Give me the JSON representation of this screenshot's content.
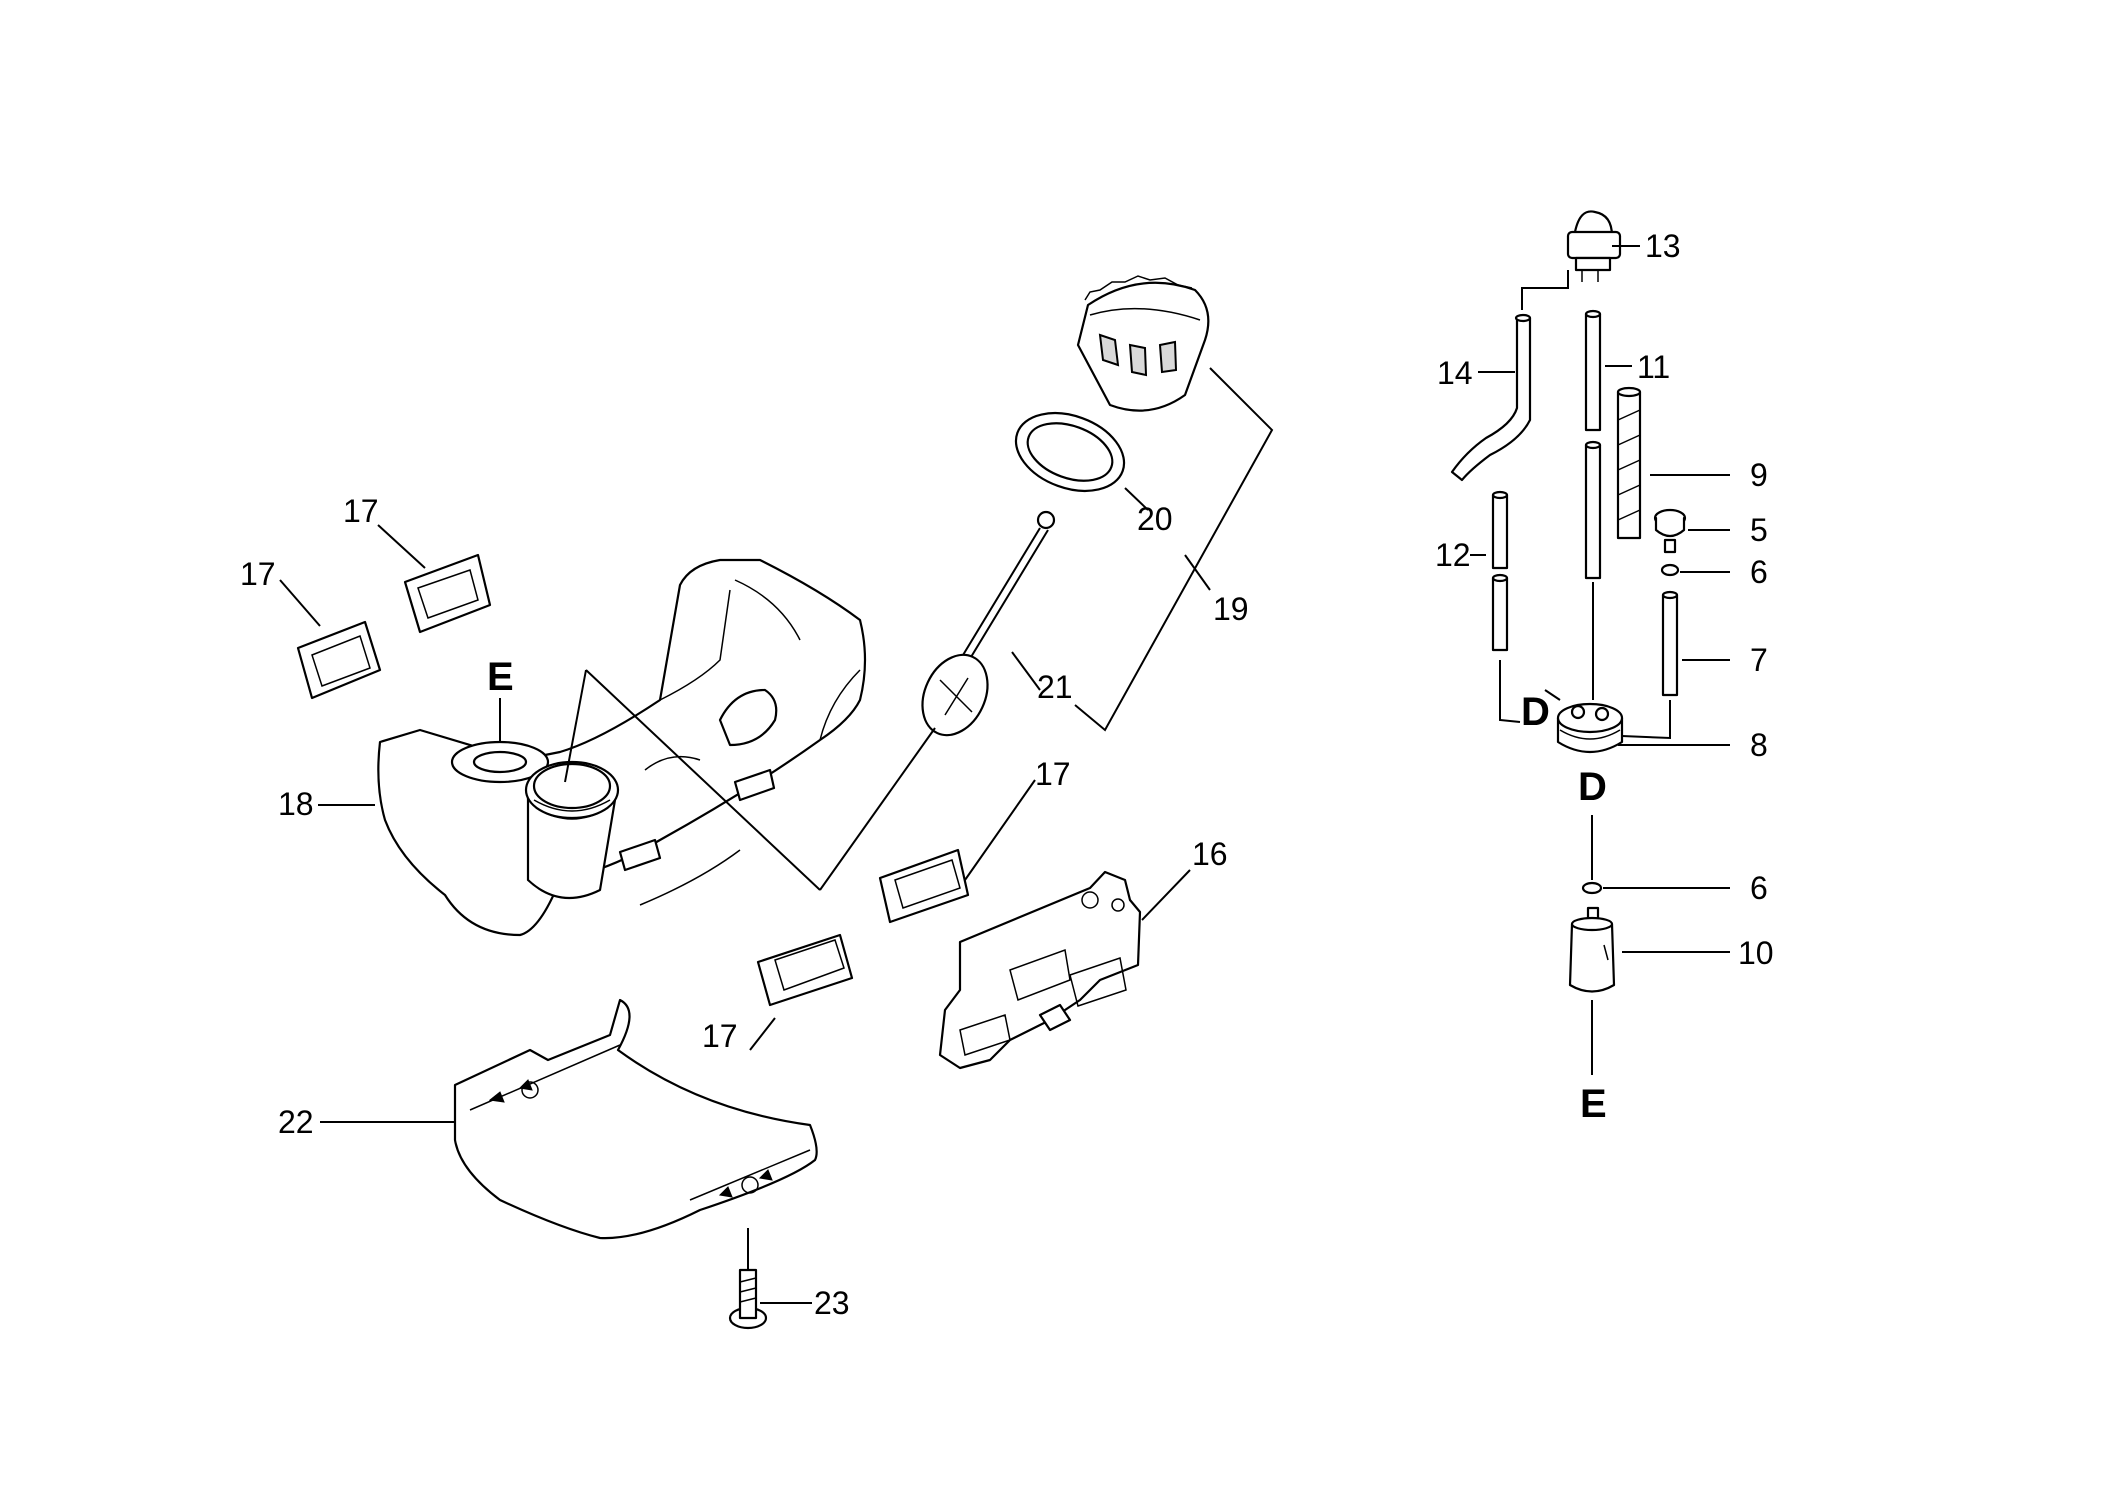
{
  "labels": {
    "p5": "5",
    "p6a": "6",
    "p6b": "6",
    "p7": "7",
    "p8": "8",
    "p9": "9",
    "p10": "10",
    "p11": "11",
    "p12": "12",
    "p13": "13",
    "p14": "14",
    "p16": "16",
    "p17a": "17",
    "p17b": "17",
    "p17c": "17",
    "p17d": "17",
    "p18": "18",
    "p19": "19",
    "p20": "20",
    "p21": "21",
    "p22": "22",
    "p23": "23"
  },
  "refs": {
    "e_top": "E",
    "e_bottom": "E",
    "d_top": "D",
    "d_bottom": "D"
  }
}
